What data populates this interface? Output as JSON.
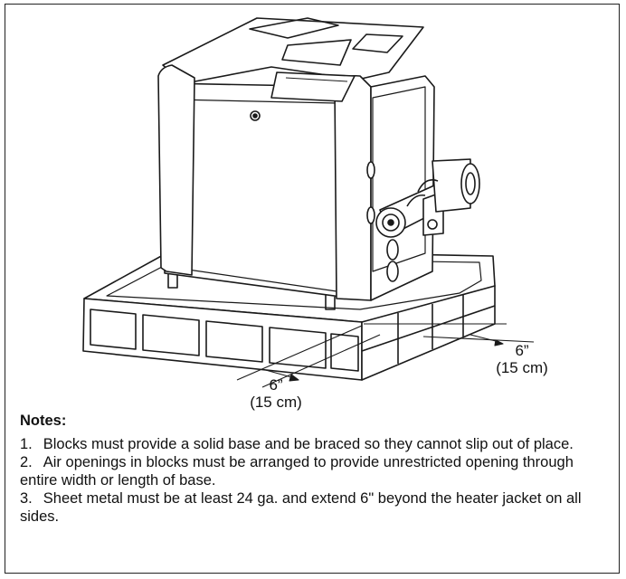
{
  "dimensions": {
    "right": {
      "inches": "6”",
      "cm": "(15 cm)"
    },
    "front": {
      "inches": "6”",
      "cm": "(15 cm)"
    }
  },
  "notes": {
    "title": "Notes:",
    "items": [
      {
        "num": "1.",
        "text": "Blocks must provide a solid base and be braced so they cannot slip out of place."
      },
      {
        "num": "2.",
        "text": "Air openings in blocks must be arranged to provide unrestricted opening through entire width or length of base."
      },
      {
        "num": "3.",
        "text": "Sheet metal must be at least 24 ga. and extend 6\" beyond the heater jacket on all sides."
      }
    ]
  }
}
